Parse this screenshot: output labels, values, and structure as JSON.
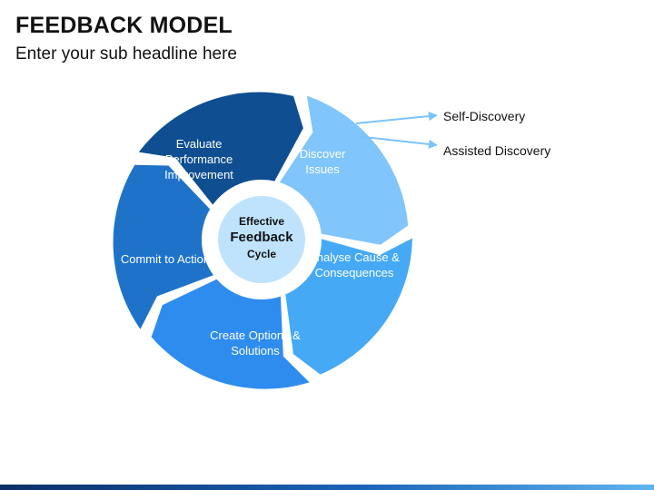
{
  "header": {
    "title": "FEEDBACK MODEL",
    "subtitle": "Enter your sub headline here"
  },
  "cycle": {
    "center": {
      "line1": "Effective",
      "line2": "Feedback",
      "line3": "Cycle"
    },
    "segments": [
      {
        "label": "Discover\nIssues",
        "color": "#80c5fb"
      },
      {
        "label": "Analyse Cause &\nConsequences",
        "color": "#45a9f5"
      },
      {
        "label": "Create Options &\nSolutions",
        "color": "#2f8cef"
      },
      {
        "label": "Commit to Action",
        "color": "#1e73c9"
      },
      {
        "label": "Evaluate\nPerformance\nImprovement",
        "color": "#0f4f91"
      }
    ],
    "center_color": "#bfe3fd"
  },
  "outcomes": [
    {
      "label": "Self-Discovery"
    },
    {
      "label": "Assisted Discovery"
    }
  ],
  "arrow_color": "#7cc3fb"
}
